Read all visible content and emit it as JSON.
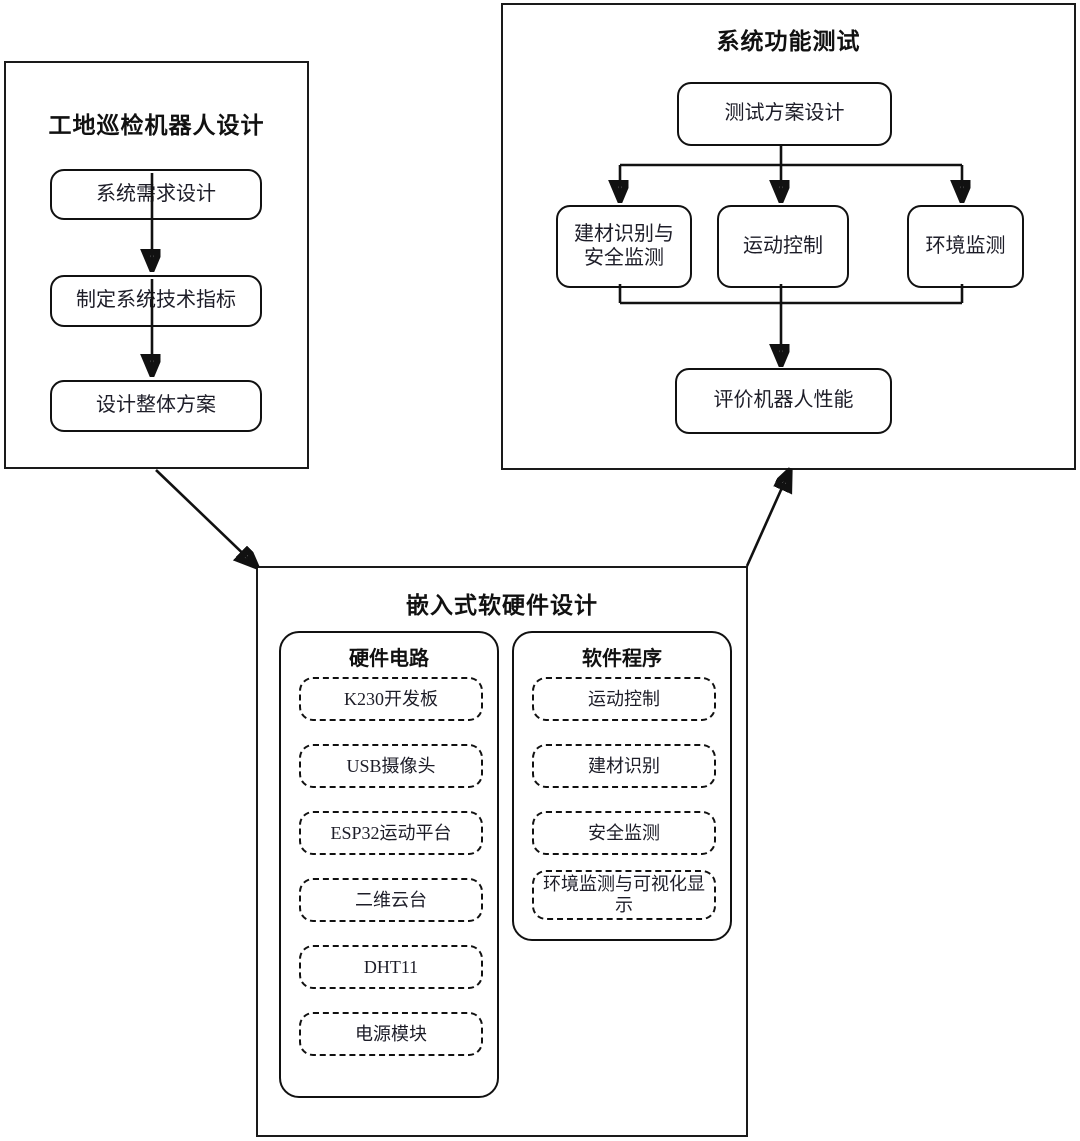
{
  "diagram": {
    "title_visible": false,
    "stroke_color": "#111111",
    "background": "#ffffff"
  },
  "panels": {
    "design": {
      "title": "工地巡检机器人设计",
      "nodes": [
        {
          "label": "系统需求设计"
        },
        {
          "label": "制定系统技术指标"
        },
        {
          "label": "设计整体方案"
        }
      ]
    },
    "test": {
      "title": "系统功能测试",
      "root": {
        "label": "测试方案设计"
      },
      "branches": [
        {
          "label": "建材识别与\n安全监测",
          "line1": "建材识别与",
          "line2": "安全监测"
        },
        {
          "label": "运动控制"
        },
        {
          "label": "环境监测"
        }
      ],
      "result": {
        "label": "评价机器人性能"
      }
    },
    "embedded": {
      "title": "嵌入式软硬件设计",
      "groups": [
        {
          "title": "硬件电路",
          "items": [
            {
              "label": "K230开发板"
            },
            {
              "label": "USB摄像头"
            },
            {
              "label": "ESP32运动平台"
            },
            {
              "label": "二维云台"
            },
            {
              "label": "DHT11"
            },
            {
              "label": "电源模块"
            }
          ]
        },
        {
          "title": "软件程序",
          "items": [
            {
              "label": "运动控制"
            },
            {
              "label": "建材识别"
            },
            {
              "label": "安全监测"
            },
            {
              "label": "环境监测与可视化显示"
            }
          ]
        }
      ]
    }
  }
}
